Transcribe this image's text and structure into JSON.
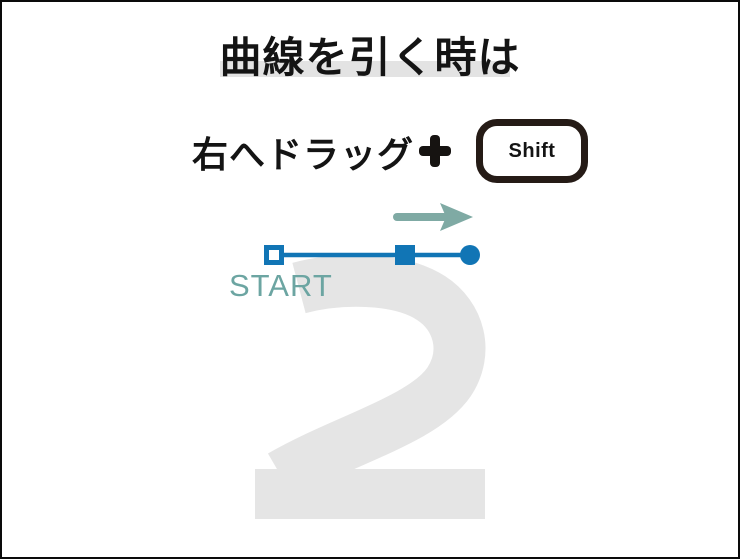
{
  "title": {
    "text": "曲線を引く時は"
  },
  "instruction": {
    "drag_label": "右へドラッグ",
    "plus_symbol": "+",
    "key_label": "Shift"
  },
  "diagram": {
    "start_label": "START",
    "step_number": "2"
  },
  "colors": {
    "anchor_blue": "#1175b5",
    "arrow_teal": "#7faaa4",
    "start_label_teal": "#6ca5a2",
    "numeral_gray": "#e5e5e5",
    "title_highlight_gray": "#e3e3e3",
    "key_border_dark": "#251b16",
    "text_dark": "#141414"
  }
}
